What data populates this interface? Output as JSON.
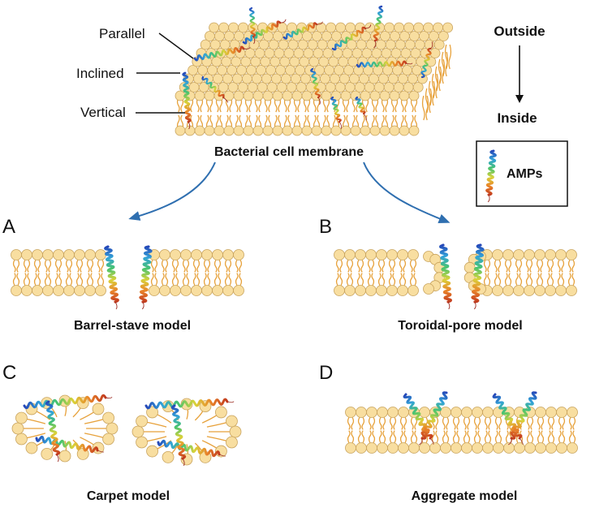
{
  "top": {
    "orientations": [
      "Parallel",
      "Inclined",
      "Vertical"
    ],
    "membrane_label": "Bacterial cell membrane",
    "outside_label": "Outside",
    "inside_label": "Inside",
    "legend_label": "AMPs"
  },
  "panels": [
    {
      "letter": "A",
      "title": "Barrel-stave model"
    },
    {
      "letter": "B",
      "title": "Toroidal-pore model"
    },
    {
      "letter": "C",
      "title": "Carpet model"
    },
    {
      "letter": "D",
      "title": "Aggregate model"
    }
  ],
  "colors": {
    "lipid_head_fill": "#f8dea0",
    "lipid_head_stroke": "#c9a45e",
    "lipid_tail": "#e7a13a",
    "helix_gradient": [
      "#2447b8",
      "#33a3d8",
      "#49c46e",
      "#d9d23a",
      "#e9842a",
      "#c23b1e"
    ],
    "arrow_blue": "#2f6fb0"
  }
}
